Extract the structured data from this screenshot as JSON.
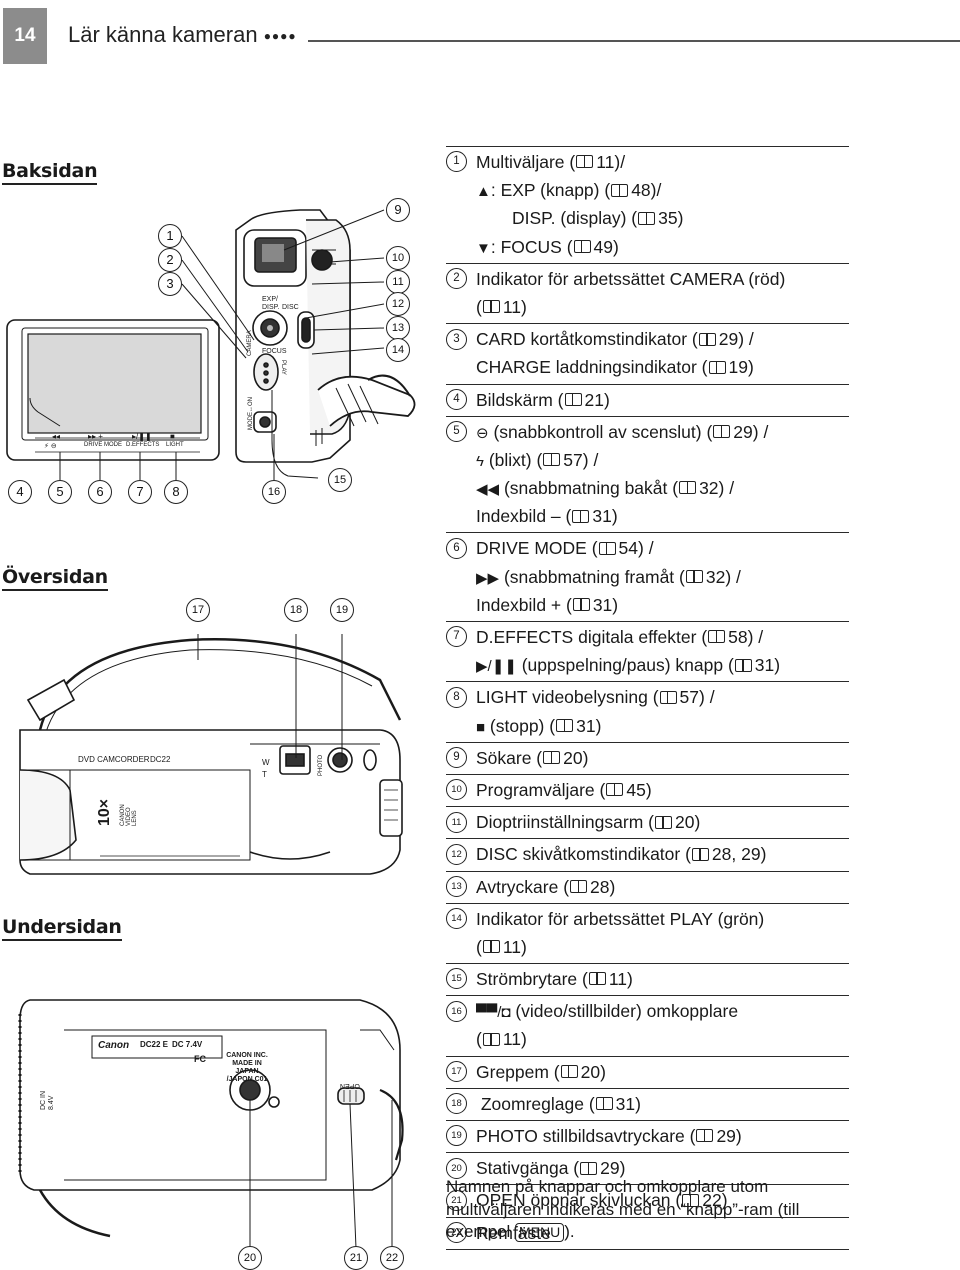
{
  "header": {
    "page_number": "14",
    "chapter_title": "Lär känna kameran",
    "chapter_dots": "●●●●"
  },
  "sections": {
    "back": "Baksidan",
    "top": "Översidan",
    "bottom": "Undersidan"
  },
  "diagram_callouts": [
    "1",
    "2",
    "3",
    "4",
    "5",
    "6",
    "7",
    "8",
    "9",
    "10",
    "11",
    "12",
    "13",
    "14",
    "15",
    "16",
    "17",
    "18",
    "19",
    "20",
    "21",
    "22"
  ],
  "camera_labels": {
    "exp": "EXP/",
    "disp": "DISP.",
    "disc": "DISC",
    "focus": "FOCUS",
    "camera": "CAMERA",
    "play": "PLAY",
    "mode_on": "MODE↔ON",
    "ctrl_1": "◂◂",
    "ctrl_2": "▸▸ +",
    "ctrl_3": "▸/❚❚",
    "ctrl_4": "■",
    "sub_1": "⚡ ⊖",
    "sub_2": "DRIVE MODE",
    "sub_3": "D.EFFECTS",
    "sub_4": "LIGHT",
    "dvd_camcorder": "DVD CAMCORDER",
    "model": "DC22",
    "zoom_x": "10×",
    "lens": "CANON VIDEO LENS",
    "w": "W",
    "t": "T",
    "photo": "PHOTO",
    "canon": "Canon",
    "bottom_model": "DC22 E",
    "dc_rating": "DC 7.4V",
    "fc": "FC",
    "made_in": "CANON INC. MADE IN JAPAN /JAPON C01",
    "open": "OPEN",
    "dc_in": "DC IN 8.4V"
  },
  "items": [
    {
      "n": "1",
      "lines": [
        {
          "indent": 0,
          "text": "Multiväljare (",
          "ref": "11",
          "end": ")/"
        },
        {
          "indent": 1,
          "sym": "▲",
          "text": ": EXP (knapp) (",
          "ref": "48",
          "end": ")/"
        },
        {
          "indent": 2,
          "text": "DISP. (display) (",
          "ref": "35",
          "end": ")"
        },
        {
          "indent": 1,
          "sym": "▼",
          "text": ": FOCUS (",
          "ref": "49",
          "end": ")"
        }
      ]
    },
    {
      "n": "2",
      "lines": [
        {
          "indent": 0,
          "text": "Indikator för arbetssättet CAMERA (röd)"
        },
        {
          "indent": 1,
          "text": "(",
          "ref": "11",
          "end": ")"
        }
      ]
    },
    {
      "n": "3",
      "lines": [
        {
          "indent": 0,
          "text": "CARD kortåtkomstindikator (",
          "ref": "29",
          "end": ") /"
        },
        {
          "indent": 1,
          "text": "CHARGE laddningsindikator (",
          "ref": "19",
          "end": ")"
        }
      ]
    },
    {
      "n": "4",
      "lines": [
        {
          "indent": 0,
          "text": "Bildskärm (",
          "ref": "21",
          "end": ")"
        }
      ]
    },
    {
      "n": "5",
      "lines": [
        {
          "indent": 0,
          "sym": "⊖",
          "text": " (snabbkontroll av scenslut) (",
          "ref": "29",
          "end": ") /"
        },
        {
          "indent": 1,
          "sym": "ϟ",
          "text": " (blixt) (",
          "ref": "57",
          "end": ") /"
        },
        {
          "indent": 1,
          "sym": "◀◀",
          "text": " (snabbmatning bakåt (",
          "ref": "32",
          "end": ") /"
        },
        {
          "indent": 1,
          "text": "Indexbild – (",
          "ref": "31",
          "end": ")"
        }
      ]
    },
    {
      "n": "6",
      "lines": [
        {
          "indent": 0,
          "text": "DRIVE MODE (",
          "ref": "54",
          "end": ") /"
        },
        {
          "indent": 1,
          "sym": "▶▶",
          "text": " (snabbmatning framåt (",
          "ref": "32",
          "end": ") /"
        },
        {
          "indent": 1,
          "text": "Indexbild + (",
          "ref": "31",
          "end": ")"
        }
      ]
    },
    {
      "n": "7",
      "lines": [
        {
          "indent": 0,
          "text": "D.EFFECTS digitala effekter (",
          "ref": "58",
          "end": ") /"
        },
        {
          "indent": 1,
          "sym": "▶/❚❚",
          "text": " (uppspelning/paus) knapp (",
          "ref": "31",
          "end": ")"
        }
      ]
    },
    {
      "n": "8",
      "lines": [
        {
          "indent": 0,
          "text": "LIGHT videobelysning (",
          "ref": "57",
          "end": ") /"
        },
        {
          "indent": 1,
          "sym": "■",
          "text": " (stopp) (",
          "ref": "31",
          "end": ")"
        }
      ]
    },
    {
      "n": "9",
      "lines": [
        {
          "indent": 0,
          "text": "Sökare (",
          "ref": "20",
          "end": ")"
        }
      ]
    },
    {
      "n": "10",
      "lines": [
        {
          "indent": 0,
          "text": "Programväljare (",
          "ref": "45",
          "end": ")"
        }
      ]
    },
    {
      "n": "11",
      "lines": [
        {
          "indent": 0,
          "text": "Dioptriinställningsarm (",
          "ref": "20",
          "end": ")"
        }
      ]
    },
    {
      "n": "12",
      "lines": [
        {
          "indent": 0,
          "text": "DISC skivåtkomstindikator (",
          "ref": "28, 29",
          "end": ")"
        }
      ]
    },
    {
      "n": "13",
      "lines": [
        {
          "indent": 0,
          "text": "Avtryckare (",
          "ref": "28",
          "end": ")"
        }
      ]
    },
    {
      "n": "14",
      "lines": [
        {
          "indent": 0,
          "text": "Indikator för arbetssättet PLAY (grön)"
        },
        {
          "indent": 1,
          "text": "(",
          "ref": "11",
          "end": ")"
        }
      ]
    },
    {
      "n": "15",
      "lines": [
        {
          "indent": 0,
          "text": "Strömbrytare (",
          "ref": "11",
          "end": ")"
        }
      ]
    },
    {
      "n": "16",
      "lines": [
        {
          "indent": 0,
          "sym": "▀▀/◘",
          "text": " (video/stillbilder) omkopplare"
        },
        {
          "indent": 1,
          "text": "(",
          "ref": "11",
          "end": ")"
        }
      ]
    },
    {
      "n": "17",
      "lines": [
        {
          "indent": 0,
          "text": "Greppem (",
          "ref": "20",
          "end": ")"
        }
      ]
    },
    {
      "n": "18",
      "lines": [
        {
          "indent": 0,
          "text": " Zoomreglage (",
          "ref": "31",
          "end": ")"
        }
      ]
    },
    {
      "n": "19",
      "lines": [
        {
          "indent": 0,
          "text": "PHOTO stillbildsavtryckare (",
          "ref": "29",
          "end": ")"
        }
      ]
    },
    {
      "n": "20",
      "lines": [
        {
          "indent": 0,
          "text": "Stativgänga (",
          "ref": "29",
          "end": ")"
        }
      ]
    },
    {
      "n": "21",
      "lines": [
        {
          "indent": 0,
          "text": "OPEN öppnar skivluckan (",
          "ref": "22",
          "end": ")"
        }
      ]
    },
    {
      "n": "22",
      "lines": [
        {
          "indent": 0,
          "text": "Remfäste"
        }
      ]
    }
  ],
  "note": {
    "text_before": "Namnen på knappar och omkopplare utom multiväljaren indikeras med en “knapp”-ram (till exempel ",
    "key": "MENU",
    "text_after": ")."
  }
}
